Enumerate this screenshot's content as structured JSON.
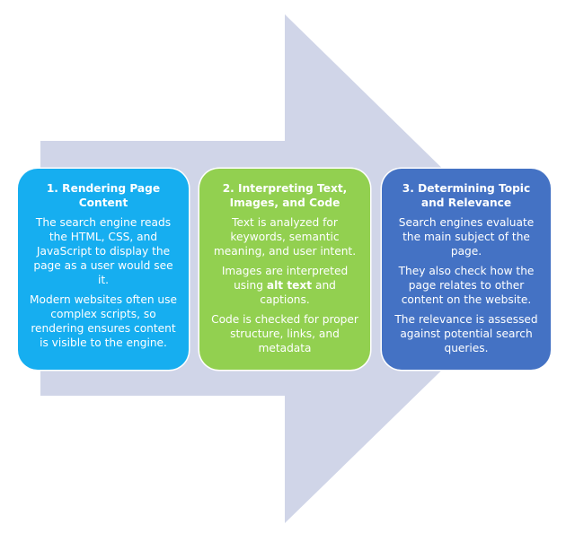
{
  "colors": {
    "arrow": "#d0d5e8",
    "step1": "#16aef0",
    "step2": "#92d050",
    "step3": "#4472c4",
    "text": "#ffffff"
  },
  "steps": [
    {
      "title": "1. Rendering Page Content",
      "paragraphs": [
        "The search engine reads the HTML, CSS, and JavaScript to display the page as a user would see it.",
        "Modern websites often use complex scripts, so rendering ensures content is visible to the engine."
      ]
    },
    {
      "title": "2. Interpreting Text, Images, and Code",
      "paragraphs": [
        "Text is analyzed for keywords, semantic meaning, and user intent.",
        {
          "before": "Images are interpreted using ",
          "bold": "alt text",
          "after": " and captions."
        },
        "Code is checked for proper structure, links, and metadata"
      ]
    },
    {
      "title": "3. Determining Topic and Relevance",
      "paragraphs": [
        "Search engines evaluate the main subject of the page.",
        "They also check how the page relates to other content on the website.",
        "The relevance is assessed against potential search queries."
      ]
    }
  ]
}
